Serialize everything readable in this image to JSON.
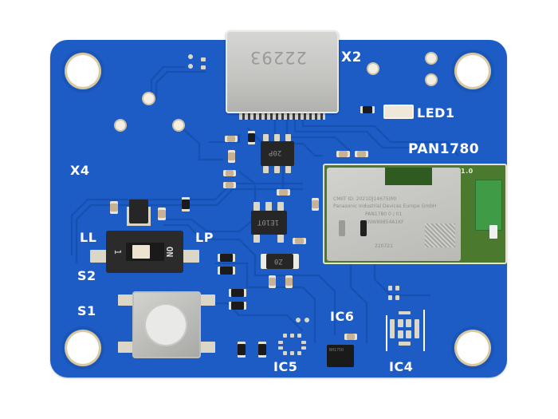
{
  "image": {
    "subject": "Blue PCB evaluation board with Panasonic PAN1780 Bluetooth module",
    "background_color": "#ffffff",
    "board_color": "#1c5cc4",
    "silkscreen_color": "#ffffff",
    "module_pcb_color": "#4b7a2e"
  },
  "labels": {
    "x2": "X2",
    "led1": "LED1",
    "pan1780": "PAN1780",
    "x4": "X4",
    "ll": "LL",
    "lp": "LP",
    "s2": "S2",
    "s1": "S1",
    "ic6": "IC6",
    "ic5": "IC5",
    "ic4": "IC4",
    "module_rev": "1.0"
  },
  "components": {
    "usb_connector": {
      "marking": "22293"
    },
    "switch_s2": {
      "marking_left": "1",
      "marking_right": "ON"
    },
    "ic_top": {
      "marking": "20P"
    },
    "ic_mid": {
      "marking": "1E10T"
    },
    "diode": {
      "marking": "Z0"
    },
    "ic6_chip": {
      "marking": "BH1750"
    },
    "module": {
      "line1": "CMIIT ID: 2021DJ14675(M)",
      "line2": "Panasonic Industrial Devices Europe GmbH",
      "line3": "PAN1780  0 / 01",
      "line4": "ENW89854A1KF",
      "line5": "220721"
    }
  }
}
